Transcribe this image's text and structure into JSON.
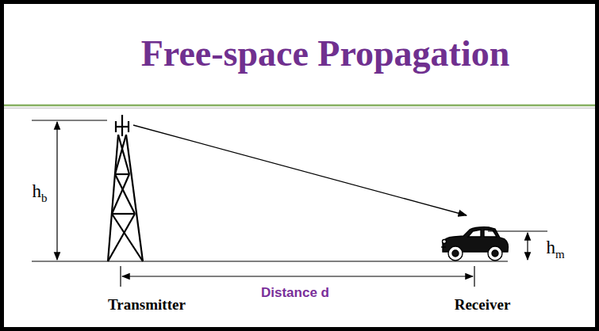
{
  "diagram": {
    "title": "Free-space Propagation",
    "labels": [
      "hb",
      "hm",
      "Distance d",
      "Transmitter",
      "Receiver"
    ]
  }
}
